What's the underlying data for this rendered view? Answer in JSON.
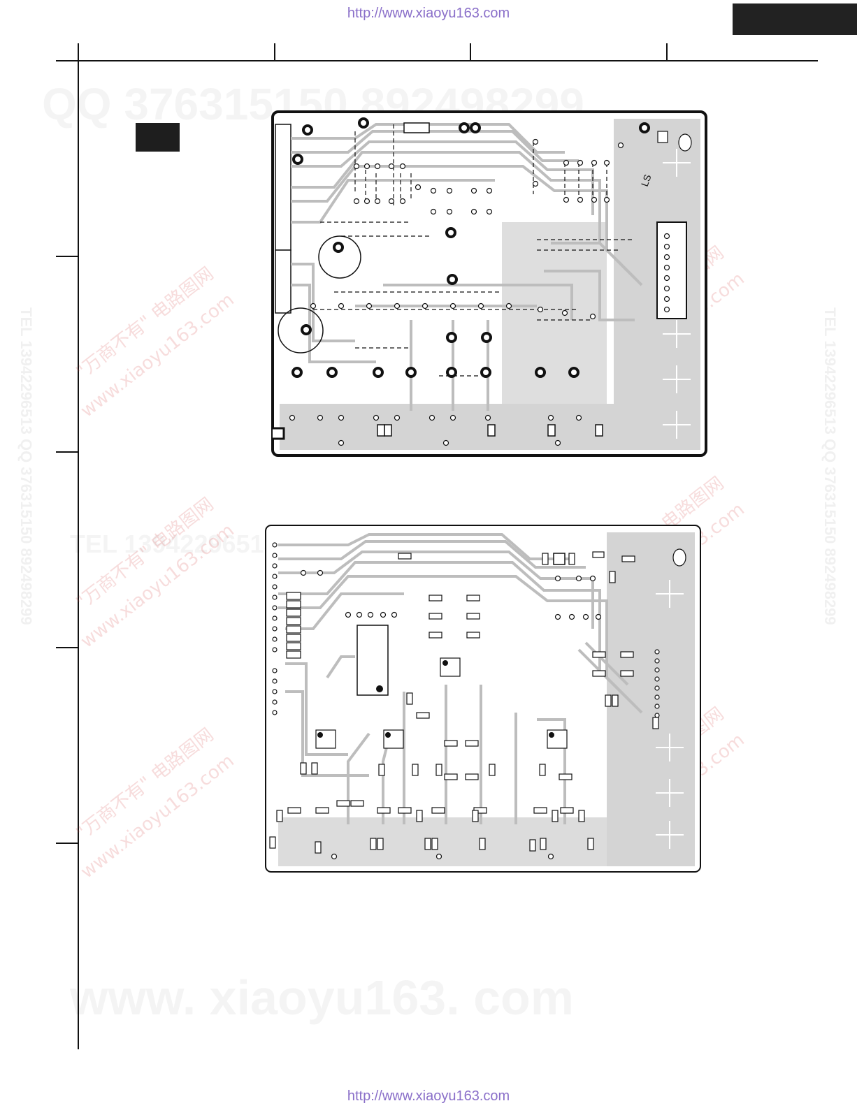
{
  "header": {
    "url_top": "http://www.xiaoyu163.com"
  },
  "footer": {
    "url_bottom": "http://www.xiaoyu163.com"
  },
  "watermarks": {
    "qq_line": "QQ 376315150   892498299",
    "tel_line": "TEL 13942296513   376315150   892498299",
    "site_big": "www. xiaoyu163. com",
    "diagonal_cn": "\"万商不有\" 电路图网",
    "diagonal_site": "www.xiaoyu163.com",
    "side_text": "TEL 13942296513   QQ 376315150   892498299"
  },
  "colors": {
    "ink": "#111111",
    "trace": "#bfbfbf",
    "board_fill": "#d4d4d4",
    "url": "#8a6fc9"
  },
  "board_top": {
    "marking": "LS"
  }
}
